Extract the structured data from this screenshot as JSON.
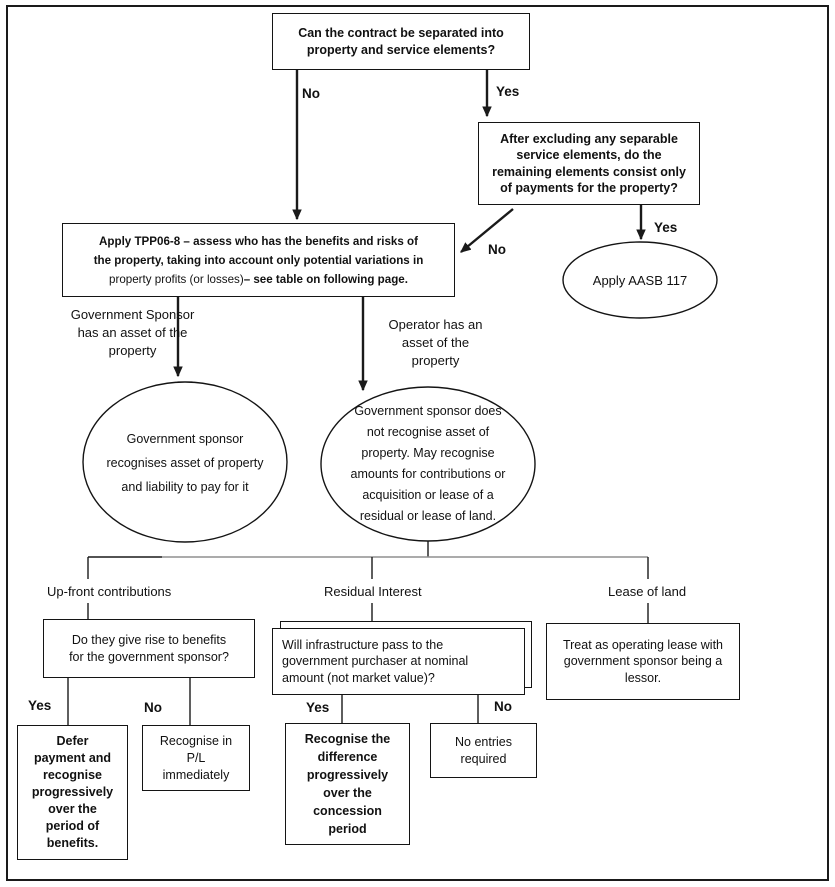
{
  "flowchart": {
    "top_question": [
      "Can the contract be separated into",
      "property and service elements?"
    ],
    "remaining_question": [
      "After excluding any separable",
      "service elements, do the",
      "remaining elements consist only",
      "of payments for the property?"
    ],
    "tpp": {
      "line1": "Apply TPP06-8 – assess who has the benefits and risks of",
      "line2": "the property, taking into account only potential variations in",
      "line3_regular": "property profits (or losses)",
      "line3_bold": "– see table on following page."
    },
    "aasb": "Apply AASB 117",
    "gov_sponsor_branch": [
      "Government Sponsor",
      "has an asset of the",
      "property"
    ],
    "operator_branch": [
      "Operator has an",
      "asset of the",
      "property"
    ],
    "gov_recognises_ellipse": [
      "Government  sponsor",
      "recognises asset of property",
      "and liability to pay for it"
    ],
    "gov_not_recognise_ellipse": [
      "Government  sponsor does",
      "not recognise asset of",
      "property.  May recognise",
      "amounts for contributions or",
      "acquisition or lease of  a",
      "residual or lease of land."
    ],
    "branch_labels": {
      "upfront": "Up-front contributions",
      "residual": "Residual Interest",
      "lease": "Lease of land"
    },
    "benefits_question": [
      "Do they give rise to benefits",
      "for the government sponsor?"
    ],
    "nominal_question": [
      "Will infrastructure pass to the",
      "government purchaser at  nominal",
      "amount (not market value)?"
    ],
    "outcomes": {
      "defer": [
        "Defer",
        "payment and",
        "recognise",
        "progressively",
        "over the",
        "period of",
        "benefits."
      ],
      "pl": [
        "Recognise in",
        "P/L",
        "immediately"
      ],
      "difference": [
        "Recognise the",
        "difference",
        "progressively",
        "over the",
        "concession",
        "period"
      ],
      "no_entries": [
        "No entries",
        "required"
      ],
      "operating_lease": [
        "Treat as operating lease with",
        "government sponsor being a",
        "lessor."
      ]
    },
    "edge_labels": {
      "sep_no": "No",
      "sep_yes": "Yes",
      "remaining_no": "No",
      "remaining_yes": "Yes",
      "benefits_yes": "Yes",
      "benefits_no": "No",
      "nominal_yes": "Yes",
      "nominal_no": "No"
    }
  },
  "colors": {
    "line": "#1a1a1a",
    "gray_connector": "#8f8f8f",
    "background": "#ffffff"
  }
}
